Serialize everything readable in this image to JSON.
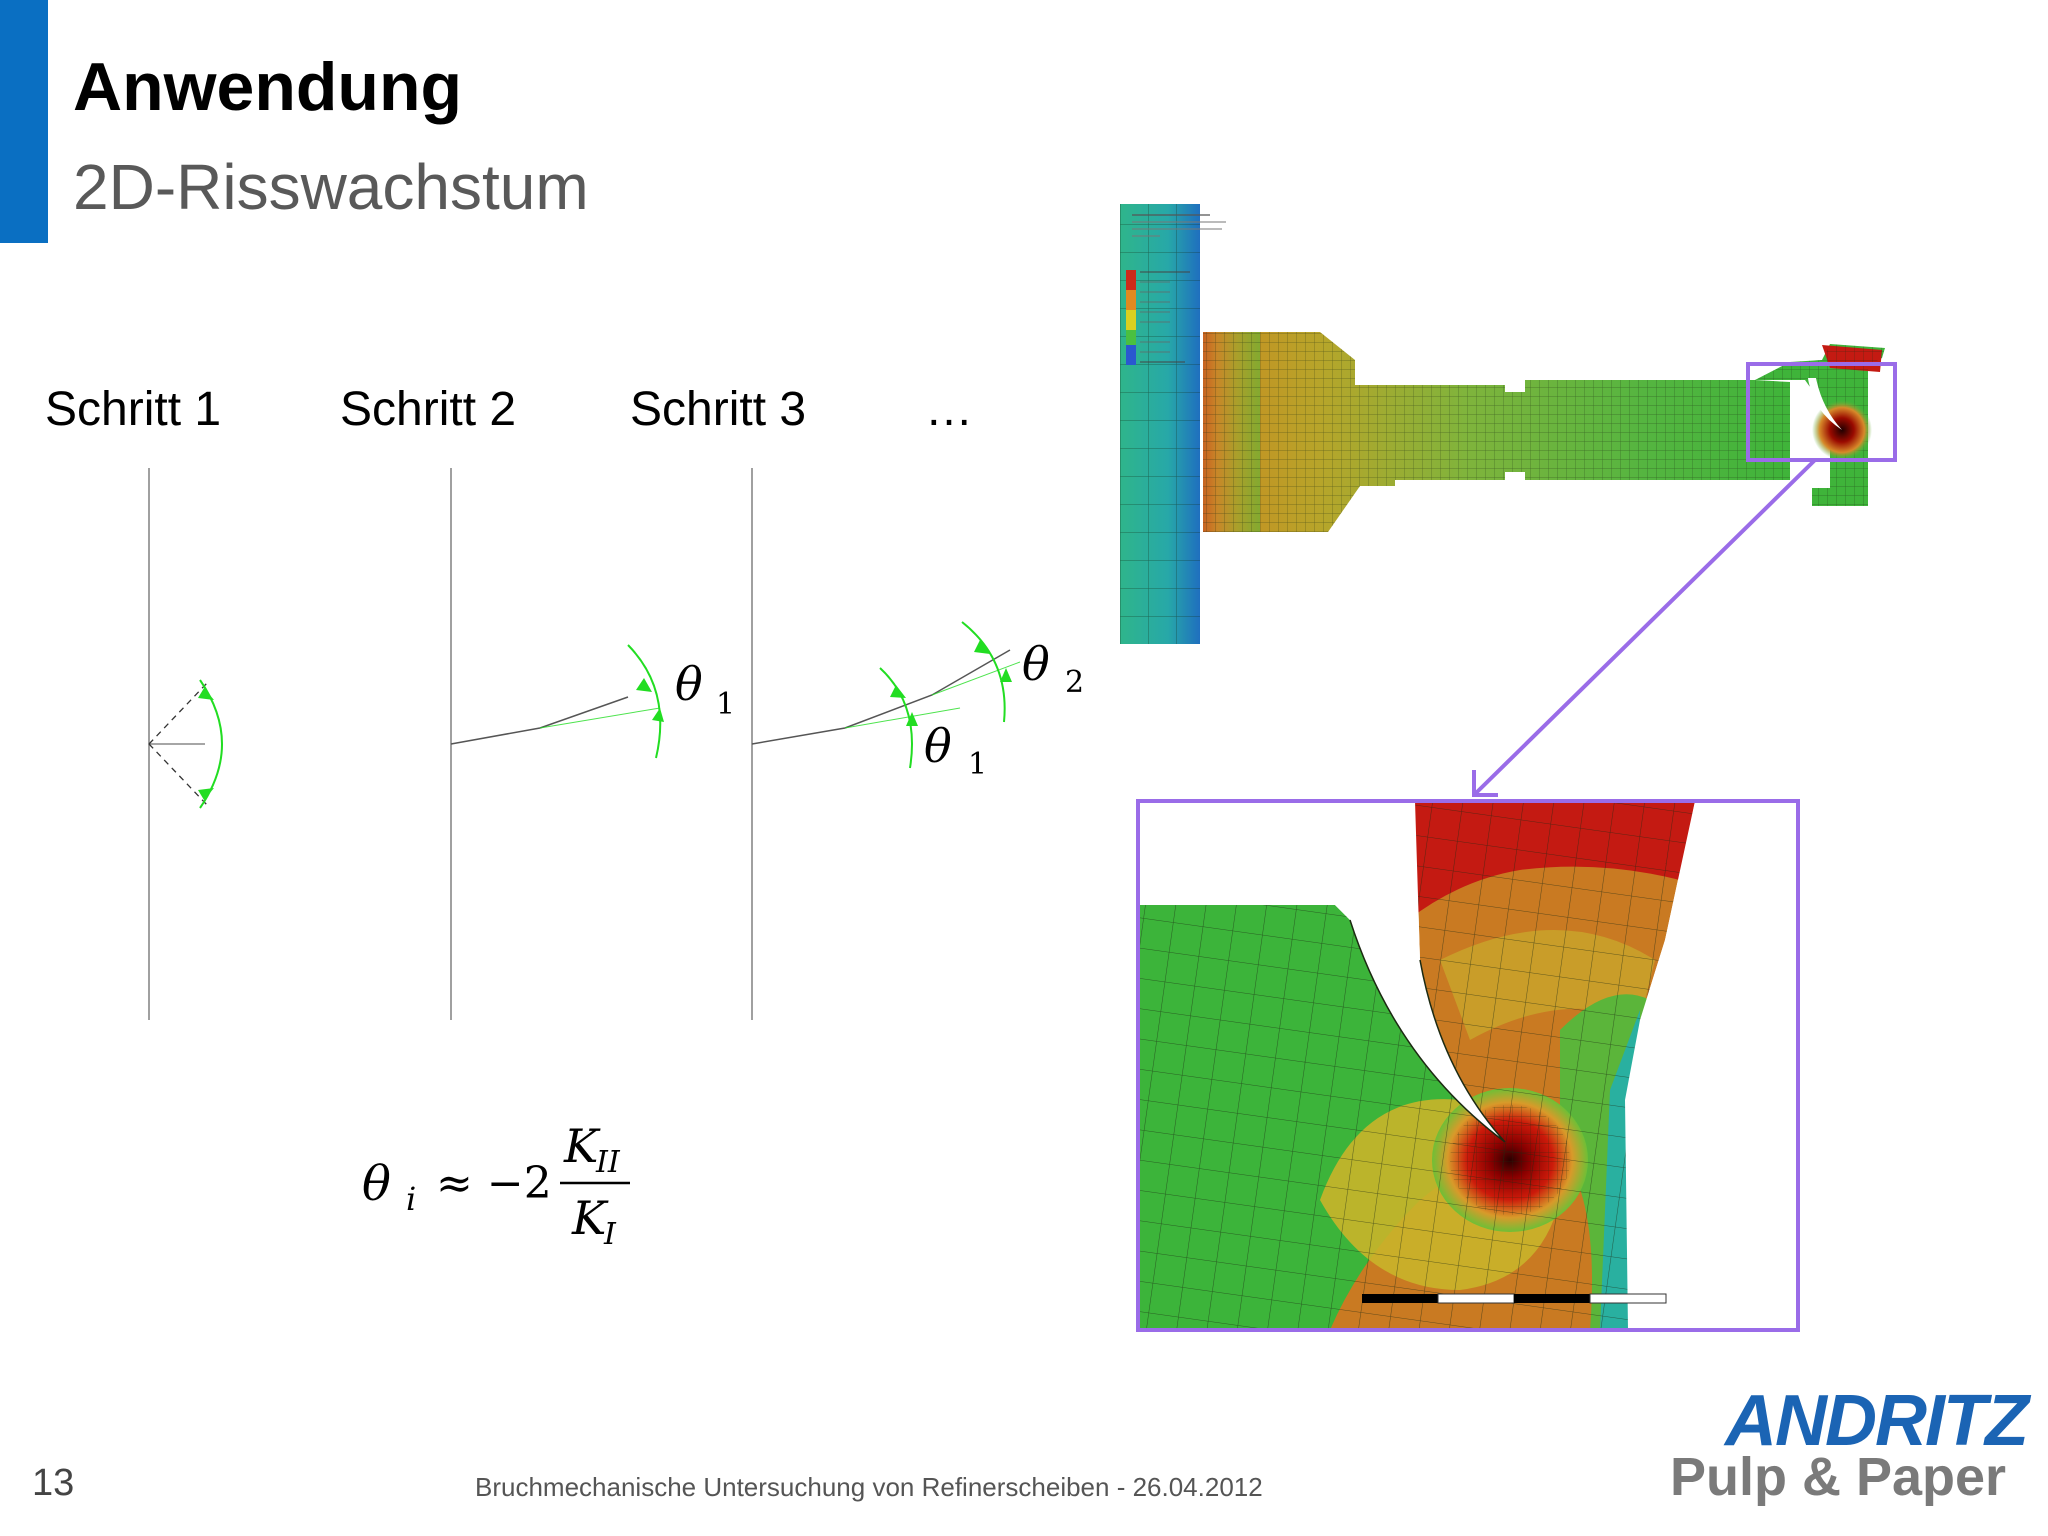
{
  "slide": {
    "title": "Anwendung",
    "subtitle": "2D-Risswachstum",
    "page_number": "13",
    "footer": "Bruchmechanische Untersuchung von Refinerscheiben - 26.04.2012"
  },
  "steps": [
    {
      "label": "Schritt 1"
    },
    {
      "label": "Schritt 2"
    },
    {
      "label": "Schritt 3"
    },
    {
      "label": "…"
    }
  ],
  "angles": {
    "theta": "θ",
    "sub_1": "1",
    "sub_2": "2"
  },
  "formula": {
    "lhs": "θ",
    "lhs_sub": "i",
    "relation": "≈ −2",
    "numerator": "K",
    "numerator_sub": "II",
    "denominator": "K",
    "denominator_sub": "I"
  },
  "logo": {
    "brand": "ANDRITZ",
    "division": "Pulp & Paper"
  },
  "colors": {
    "accent_bar": "#0a6fc2",
    "highlight_frame": "#9a6ce8",
    "angle_arc": "#22dd22"
  }
}
